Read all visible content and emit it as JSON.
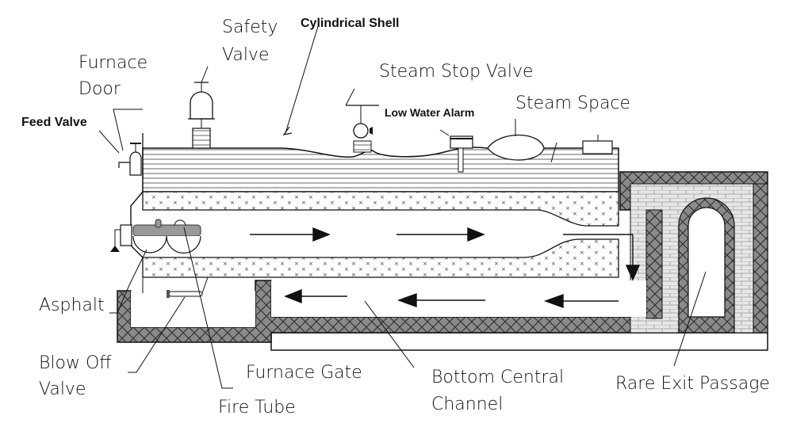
{
  "title": "Lancashire Boiler Schematic",
  "labels": {
    "safety_valve_1": "Safety",
    "safety_valve_2": "Valve",
    "cylindrical_shell": "Cylindrical Shell",
    "furnace_door_1": "Furnace",
    "furnace_door_2": "Door",
    "feed_valve": "Feed Valve",
    "steam_stop_valve": "Steam Stop Valve",
    "low_water_alarm": "Low Water Alarm",
    "steam_space": "Steam Space",
    "asphalt": "Asphalt",
    "blow_off_valve_1": "Blow Off",
    "blow_off_valve_2": "Valve",
    "furnace_gate": "Furnace Gate",
    "fire_tube": "Fire Tube",
    "bottom_channel_1": "Bottom Central",
    "bottom_channel_2": "Channel",
    "rare_exit_passage": "Rare Exit Passage"
  },
  "colors": {
    "ink": "#111111",
    "brickwork": "#8a8a8a",
    "brick_light": "#e6e6e6"
  }
}
